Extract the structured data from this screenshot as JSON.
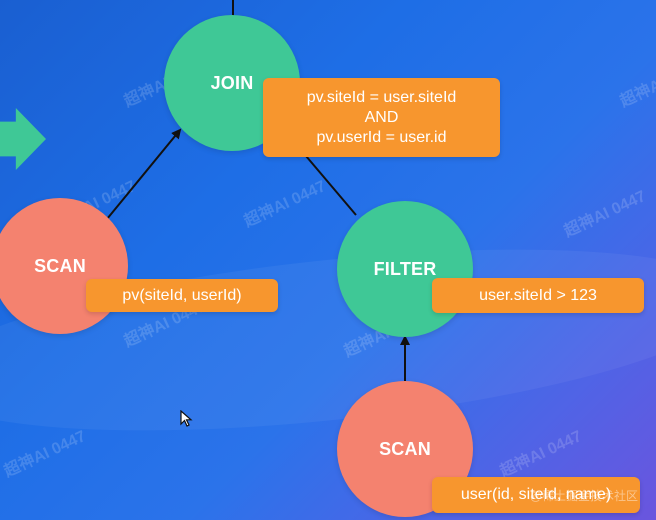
{
  "nodes": {
    "join": {
      "label": "JOIN"
    },
    "scan_left": {
      "label": "SCAN"
    },
    "filter": {
      "label": "FILTER"
    },
    "scan_right": {
      "label": "SCAN"
    }
  },
  "labels": {
    "join_condition": {
      "line1": "pv.siteId = user.siteId",
      "line2": "AND",
      "line3": "pv.userId = user.id"
    },
    "scan_left_table": "pv(siteId, userId)",
    "filter_condition": "user.siteId > 123",
    "scan_right_table": "user(id, siteId, name)"
  },
  "watermark": "超神AI 0447",
  "credit": "@稀土掘金技术社区",
  "colors": {
    "background": "#1e6ee6",
    "node_green": "#3fc896",
    "node_salmon": "#f4826f",
    "label_orange": "#f7962e",
    "edge": "#111111"
  },
  "icons": {
    "left_arrow": "right-arrow-icon",
    "cursor": "mouse-pointer-icon"
  }
}
